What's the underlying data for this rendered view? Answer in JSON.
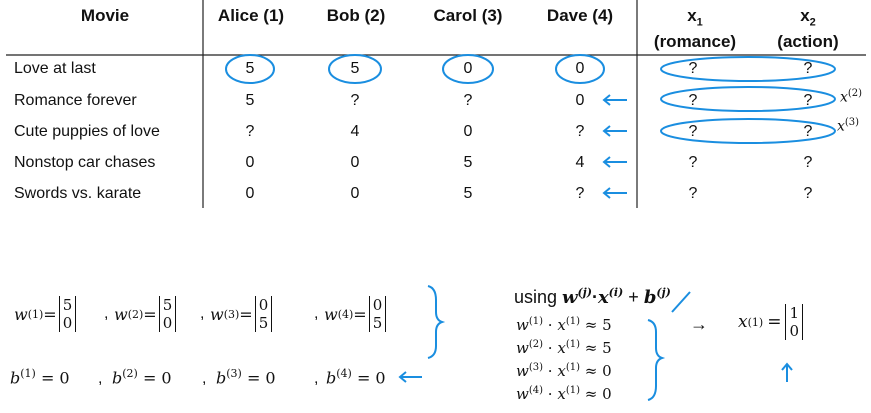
{
  "table": {
    "headers": [
      "Movie",
      "Alice (1)",
      "Bob (2)",
      "Carol (3)",
      "Dave (4)"
    ],
    "feature_headers": [
      {
        "name": "x",
        "sub": "1",
        "desc": "(romance)"
      },
      {
        "name": "x",
        "sub": "2",
        "desc": "(action)"
      }
    ],
    "rows": [
      {
        "movie": "Love at last",
        "ratings": [
          "5",
          "5",
          "0",
          "0"
        ],
        "features": [
          "?",
          "?"
        ]
      },
      {
        "movie": "Romance forever",
        "ratings": [
          "5",
          "?",
          "?",
          "0"
        ],
        "features": [
          "?",
          "?"
        ]
      },
      {
        "movie": "Cute puppies of love",
        "ratings": [
          "?",
          "4",
          "0",
          "?"
        ],
        "features": [
          "?",
          "?"
        ]
      },
      {
        "movie": "Nonstop car chases",
        "ratings": [
          "0",
          "0",
          "5",
          "4"
        ],
        "features": [
          "?",
          "?"
        ]
      },
      {
        "movie": "Swords vs. karate",
        "ratings": [
          "0",
          "0",
          "5",
          "?"
        ],
        "features": [
          "?",
          "?"
        ]
      }
    ]
  },
  "annotations": {
    "x2_label": "x",
    "x2_sup": "(2)",
    "x3_label": "x",
    "x3_sup": "(3)",
    "ink_color": "#1a8ee0"
  },
  "weights": [
    {
      "lhs": "w",
      "sup": "(1)",
      "eq": "=",
      "vec": [
        "5",
        "0"
      ]
    },
    {
      "lhs": "w",
      "sup": "(2)",
      "eq": "=",
      "vec": [
        "5",
        "0"
      ]
    },
    {
      "lhs": "w",
      "sup": "(3)",
      "eq": "=",
      "vec": [
        "0",
        "5"
      ]
    },
    {
      "lhs": "w",
      "sup": "(4)",
      "eq": "=",
      "vec": [
        "0",
        "5"
      ]
    }
  ],
  "biases": [
    {
      "lhs": "b",
      "sup": "(1)",
      "rhs": "= 0"
    },
    {
      "lhs": "b",
      "sup": "(2)",
      "rhs": "= 0"
    },
    {
      "lhs": "b",
      "sup": "(3)",
      "rhs": "= 0"
    },
    {
      "lhs": "b",
      "sup": "(4)",
      "rhs": "= 0"
    }
  ],
  "using": {
    "label": "using",
    "formula": {
      "w": "w",
      "wsup": "(j)",
      "dot": "·",
      "x": "x",
      "xsup": "(i)",
      "plus": "+",
      "b": "b",
      "bsup": "(j)"
    }
  },
  "products": [
    {
      "w": "w",
      "wsup": "(1)",
      "dot": "·",
      "x": "x",
      "xsup": "(1)",
      "rel": "≈ 5"
    },
    {
      "w": "w",
      "wsup": "(2)",
      "dot": "·",
      "x": "x",
      "xsup": "(1)",
      "rel": "≈ 5"
    },
    {
      "w": "w",
      "wsup": "(3)",
      "dot": "·",
      "x": "x",
      "xsup": "(1)",
      "rel": "≈ 0"
    },
    {
      "w": "w",
      "wsup": "(4)",
      "dot": "·",
      "x": "x",
      "xsup": "(1)",
      "rel": "≈ 0"
    }
  ],
  "result": {
    "arrow": "→",
    "lhs": "x",
    "sup": "(1)",
    "eq": "=",
    "vec": [
      "1",
      "0"
    ]
  }
}
